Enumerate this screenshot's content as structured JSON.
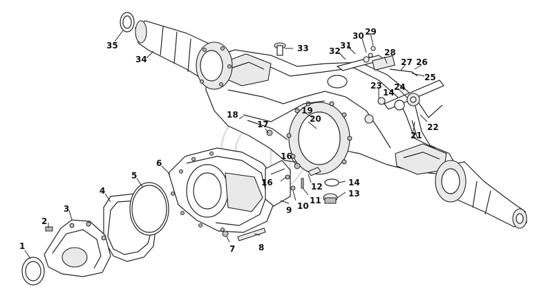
{
  "callouts": [
    {
      "id": "1",
      "text": "1"
    },
    {
      "id": "2",
      "text": "2"
    },
    {
      "id": "3",
      "text": "3"
    },
    {
      "id": "4",
      "text": "4"
    },
    {
      "id": "5",
      "text": "5"
    },
    {
      "id": "6",
      "text": "6"
    },
    {
      "id": "7",
      "text": "7"
    },
    {
      "id": "8",
      "text": "8"
    },
    {
      "id": "9",
      "text": "9"
    },
    {
      "id": "10",
      "text": "10"
    },
    {
      "id": "11",
      "text": "11"
    },
    {
      "id": "12",
      "text": "12"
    },
    {
      "id": "13",
      "text": "13"
    },
    {
      "id": "14a",
      "text": "14"
    },
    {
      "id": "14b",
      "text": "14"
    },
    {
      "id": "16a",
      "text": "16"
    },
    {
      "id": "16b",
      "text": "16"
    },
    {
      "id": "17",
      "text": "17"
    },
    {
      "id": "18",
      "text": "18"
    },
    {
      "id": "19",
      "text": "19"
    },
    {
      "id": "20",
      "text": "20"
    },
    {
      "id": "21",
      "text": "21"
    },
    {
      "id": "22",
      "text": "22"
    },
    {
      "id": "23",
      "text": "23"
    },
    {
      "id": "24",
      "text": "24"
    },
    {
      "id": "25",
      "text": "25"
    },
    {
      "id": "26",
      "text": "26"
    },
    {
      "id": "27",
      "text": "27"
    },
    {
      "id": "28",
      "text": "28"
    },
    {
      "id": "29",
      "text": "29"
    },
    {
      "id": "30",
      "text": "30"
    },
    {
      "id": "31",
      "text": "31"
    },
    {
      "id": "32",
      "text": "32"
    },
    {
      "id": "33",
      "text": "33"
    },
    {
      "id": "34",
      "text": "34"
    },
    {
      "id": "35",
      "text": "35"
    }
  ]
}
